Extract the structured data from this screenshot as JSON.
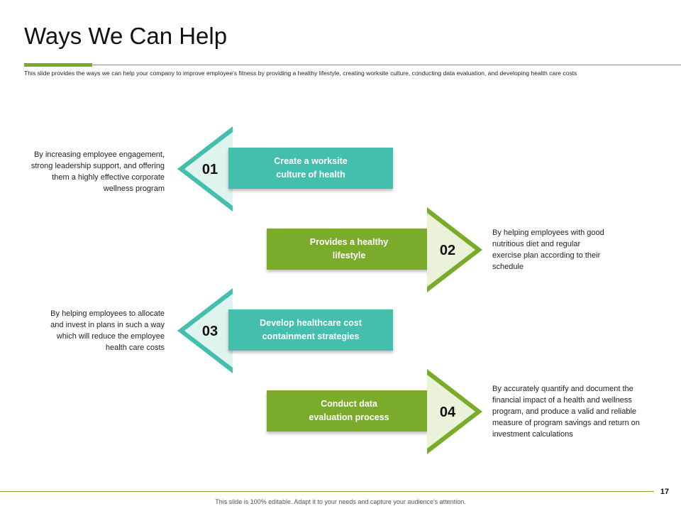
{
  "slide": {
    "title": "Ways We Can Help",
    "subtitle": "This slide provides the ways we can help your company to improve employee's fitness by providing a healthy lifestyle, creating worksite culture, conducting data evaluation, and developing health care costs",
    "page_number": "17",
    "footer": "This slide is 100% editable. Adapt it to your needs and capture your audience's attention."
  },
  "colors": {
    "teal": "#45bfad",
    "teal_light": "#dff3ef",
    "green": "#7aab2b",
    "green_light": "#eaf3d9",
    "accent_line": "#7aab2b"
  },
  "steps": [
    {
      "number": "01",
      "label_line1": "Create a worksite",
      "label_line2": "culture of health",
      "color": "teal",
      "direction": "left",
      "description": [
        "By increasing employee engagement,",
        "strong leadership support, and offering",
        "them a highly effective corporate",
        "wellness program"
      ]
    },
    {
      "number": "02",
      "label_line1": "Provides a healthy",
      "label_line2": "lifestyle",
      "color": "green",
      "direction": "right",
      "description": [
        "By helping employees  with good",
        "nutritious diet and regular",
        "exercise  plan according to their",
        "schedule"
      ]
    },
    {
      "number": "03",
      "label_line1": "Develop healthcare cost",
      "label_line2": "containment strategies",
      "color": "teal",
      "direction": "left",
      "description": [
        "By helping employees  to allocate",
        "and invest in plans in such a way",
        "which will reduce the employee",
        "health care costs"
      ]
    },
    {
      "number": "04",
      "label_line1": "Conduct data",
      "label_line2": "evaluation process",
      "color": "green",
      "direction": "right",
      "description": [
        "By accurately quantify and document the",
        "financial impact of a health and wellness",
        "program, and produce a valid and reliable",
        "measure  of program savings and return on",
        "investment calculations"
      ]
    }
  ]
}
